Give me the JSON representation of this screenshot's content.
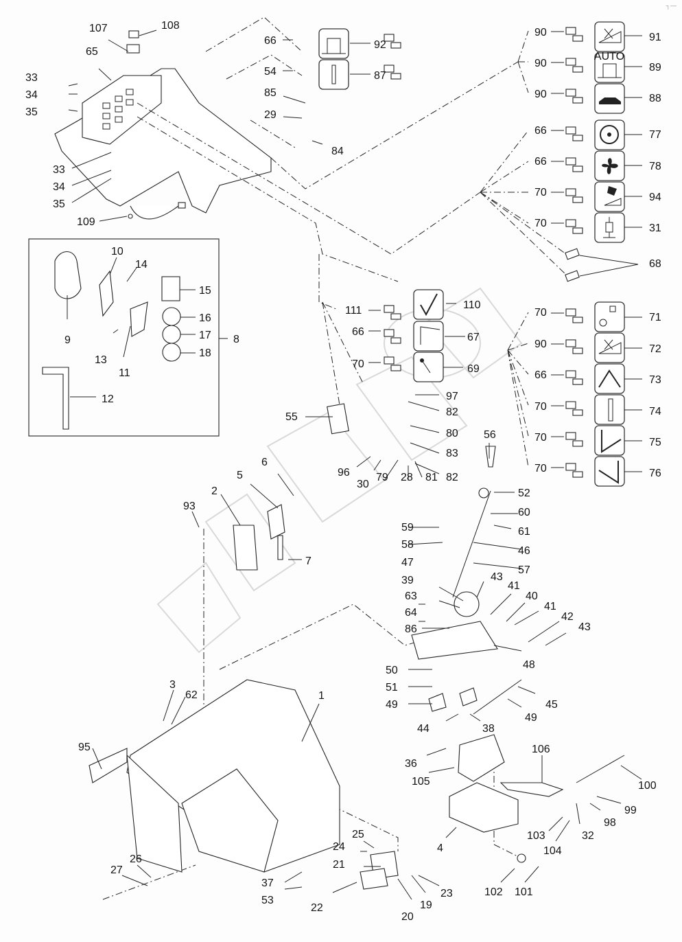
{
  "diagram": {
    "type": "exploded-parts-diagram",
    "watermark": "DVIBOX",
    "corner_mark": "┐—",
    "callouts": [
      {
        "id": "c107",
        "label": "107"
      },
      {
        "id": "c108",
        "label": "108"
      },
      {
        "id": "c65",
        "label": "65"
      },
      {
        "id": "c33a",
        "label": "33"
      },
      {
        "id": "c34a",
        "label": "34"
      },
      {
        "id": "c35a",
        "label": "35"
      },
      {
        "id": "c33b",
        "label": "33"
      },
      {
        "id": "c34b",
        "label": "34"
      },
      {
        "id": "c35b",
        "label": "35"
      },
      {
        "id": "c109",
        "label": "109"
      },
      {
        "id": "c66a",
        "label": "66"
      },
      {
        "id": "c92",
        "label": "92"
      },
      {
        "id": "c54",
        "label": "54"
      },
      {
        "id": "c87",
        "label": "87"
      },
      {
        "id": "c85",
        "label": "85"
      },
      {
        "id": "c29",
        "label": "29"
      },
      {
        "id": "c84",
        "label": "84"
      },
      {
        "id": "c90a",
        "label": "90"
      },
      {
        "id": "c91",
        "label": "91"
      },
      {
        "id": "c90b",
        "label": "90"
      },
      {
        "id": "c89",
        "label": "89"
      },
      {
        "id": "c90c",
        "label": "90"
      },
      {
        "id": "c88",
        "label": "88"
      },
      {
        "id": "c66b",
        "label": "66"
      },
      {
        "id": "c77",
        "label": "77"
      },
      {
        "id": "c66c",
        "label": "66"
      },
      {
        "id": "c78",
        "label": "78"
      },
      {
        "id": "c70a",
        "label": "70"
      },
      {
        "id": "c94",
        "label": "94"
      },
      {
        "id": "c70b",
        "label": "70"
      },
      {
        "id": "c31",
        "label": "31"
      },
      {
        "id": "c68",
        "label": "68"
      },
      {
        "id": "c10",
        "label": "10"
      },
      {
        "id": "c14",
        "label": "14"
      },
      {
        "id": "c15",
        "label": "15"
      },
      {
        "id": "c16",
        "label": "16"
      },
      {
        "id": "c17",
        "label": "17"
      },
      {
        "id": "c18",
        "label": "18"
      },
      {
        "id": "c9",
        "label": "9"
      },
      {
        "id": "c13",
        "label": "13"
      },
      {
        "id": "c11",
        "label": "11"
      },
      {
        "id": "c12",
        "label": "12"
      },
      {
        "id": "c8",
        "label": "8"
      },
      {
        "id": "c111",
        "label": "111"
      },
      {
        "id": "c110",
        "label": "110"
      },
      {
        "id": "c66d",
        "label": "66"
      },
      {
        "id": "c67",
        "label": "67"
      },
      {
        "id": "c70c",
        "label": "70"
      },
      {
        "id": "c69",
        "label": "69"
      },
      {
        "id": "c97",
        "label": "97"
      },
      {
        "id": "c82a",
        "label": "82"
      },
      {
        "id": "c55",
        "label": "55"
      },
      {
        "id": "c80",
        "label": "80"
      },
      {
        "id": "c83",
        "label": "83"
      },
      {
        "id": "c82b",
        "label": "82"
      },
      {
        "id": "c96",
        "label": "96"
      },
      {
        "id": "c30",
        "label": "30"
      },
      {
        "id": "c79",
        "label": "79"
      },
      {
        "id": "c28",
        "label": "28"
      },
      {
        "id": "c81",
        "label": "81"
      },
      {
        "id": "c70d",
        "label": "70"
      },
      {
        "id": "c71",
        "label": "71"
      },
      {
        "id": "c90d",
        "label": "90"
      },
      {
        "id": "c72",
        "label": "72"
      },
      {
        "id": "c66e",
        "label": "66"
      },
      {
        "id": "c73",
        "label": "73"
      },
      {
        "id": "c70e",
        "label": "70"
      },
      {
        "id": "c74",
        "label": "74"
      },
      {
        "id": "c70f",
        "label": "70"
      },
      {
        "id": "c75",
        "label": "75"
      },
      {
        "id": "c70g",
        "label": "70"
      },
      {
        "id": "c76",
        "label": "76"
      },
      {
        "id": "c56",
        "label": "56"
      },
      {
        "id": "c52",
        "label": "52"
      },
      {
        "id": "c60",
        "label": "60"
      },
      {
        "id": "c61",
        "label": "61"
      },
      {
        "id": "c59",
        "label": "59"
      },
      {
        "id": "c58",
        "label": "58"
      },
      {
        "id": "c46",
        "label": "46"
      },
      {
        "id": "c57",
        "label": "57"
      },
      {
        "id": "c47",
        "label": "47"
      },
      {
        "id": "c39",
        "label": "39"
      },
      {
        "id": "c43a",
        "label": "43"
      },
      {
        "id": "c41a",
        "label": "41"
      },
      {
        "id": "c40",
        "label": "40"
      },
      {
        "id": "c41b",
        "label": "41"
      },
      {
        "id": "c42",
        "label": "42"
      },
      {
        "id": "c43b",
        "label": "43"
      },
      {
        "id": "c63",
        "label": "63"
      },
      {
        "id": "c64",
        "label": "64"
      },
      {
        "id": "c86",
        "label": "86"
      },
      {
        "id": "c48",
        "label": "48"
      },
      {
        "id": "c50",
        "label": "50"
      },
      {
        "id": "c51",
        "label": "51"
      },
      {
        "id": "c49a",
        "label": "49"
      },
      {
        "id": "c49b",
        "label": "49"
      },
      {
        "id": "c45",
        "label": "45"
      },
      {
        "id": "c44",
        "label": "44"
      },
      {
        "id": "c38",
        "label": "38"
      },
      {
        "id": "c6",
        "label": "6"
      },
      {
        "id": "c5",
        "label": "5"
      },
      {
        "id": "c2",
        "label": "2"
      },
      {
        "id": "c93",
        "label": "93"
      },
      {
        "id": "c7",
        "label": "7"
      },
      {
        "id": "c3",
        "label": "3"
      },
      {
        "id": "c62",
        "label": "62"
      },
      {
        "id": "c1",
        "label": "1"
      },
      {
        "id": "c95",
        "label": "95"
      },
      {
        "id": "c26",
        "label": "26"
      },
      {
        "id": "c27",
        "label": "27"
      },
      {
        "id": "c37",
        "label": "37"
      },
      {
        "id": "c53",
        "label": "53"
      },
      {
        "id": "c25",
        "label": "25"
      },
      {
        "id": "c24",
        "label": "24"
      },
      {
        "id": "c21",
        "label": "21"
      },
      {
        "id": "c22",
        "label": "22"
      },
      {
        "id": "c20",
        "label": "20"
      },
      {
        "id": "c19",
        "label": "19"
      },
      {
        "id": "c23",
        "label": "23"
      },
      {
        "id": "c36",
        "label": "36"
      },
      {
        "id": "c105",
        "label": "105"
      },
      {
        "id": "c106",
        "label": "106"
      },
      {
        "id": "c100",
        "label": "100"
      },
      {
        "id": "c99",
        "label": "99"
      },
      {
        "id": "c98",
        "label": "98"
      },
      {
        "id": "c32",
        "label": "32"
      },
      {
        "id": "c103",
        "label": "103"
      },
      {
        "id": "c104",
        "label": "104"
      },
      {
        "id": "c4",
        "label": "4"
      },
      {
        "id": "c102",
        "label": "102"
      },
      {
        "id": "c101",
        "label": "101"
      }
    ],
    "icon_labels": {
      "auto_text": "AUTO"
    }
  }
}
